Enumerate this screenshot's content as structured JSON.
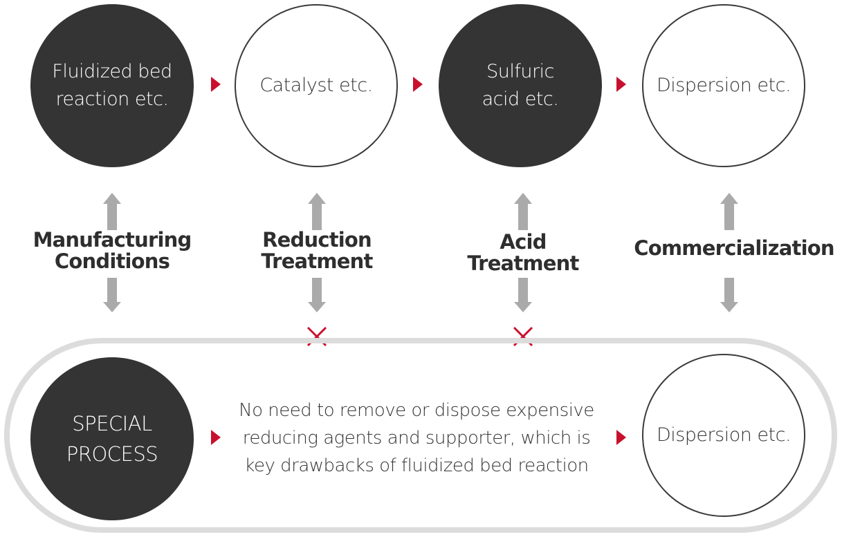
{
  "top_row": [
    {
      "text": "Fluidized bed\nreaction  etc.",
      "style": "dark"
    },
    {
      "text": "Catalyst etc.",
      "style": "light"
    },
    {
      "text": "Sulfuric\nacid etc.",
      "style": "dark"
    },
    {
      "text": "Dispersion etc.",
      "style": "light"
    }
  ],
  "steps": [
    {
      "label": "Manufacturing\nConditions",
      "blocked": false
    },
    {
      "label": "Reduction\nTreatment",
      "blocked": true
    },
    {
      "label": "Acid\nTreatment",
      "blocked": true
    },
    {
      "label": "Commercialization",
      "blocked": false
    }
  ],
  "special": {
    "process": "SPECIAL\nPROCESS",
    "description": "No need to remove or dispose expensive\nreducing agents and supporter, which is\nkey drawbacks of fluidized bed reaction",
    "result": "Dispersion etc."
  },
  "colors": {
    "dark": "#343434",
    "accent": "#c8102e",
    "arrow_gray": "#aaaaaa",
    "pill_border": "#dcdcdc"
  }
}
